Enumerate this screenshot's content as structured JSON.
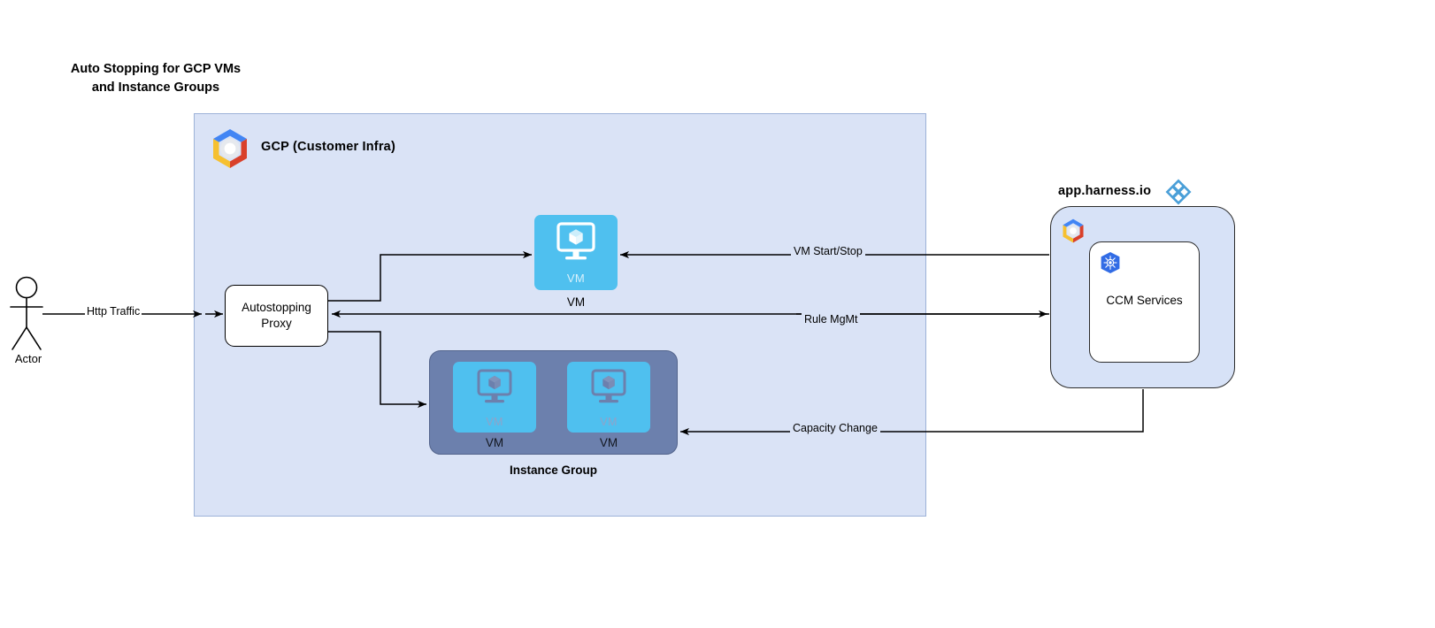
{
  "title": "Auto Stopping for GCP VMs\nand Instance Groups",
  "actor": {
    "label": "Actor",
    "icon": "actor-stick-figure-icon"
  },
  "gcp": {
    "container_title": "GCP (Customer Infra)",
    "logo_icon": "gcp-hexagon-logo-icon",
    "proxy": {
      "label": "Autostopping\nProxy"
    },
    "vm": {
      "inner_label": "VM",
      "caption": "VM",
      "icon": "vm-monitor-cube-icon"
    },
    "instance_group": {
      "caption": "Instance Group",
      "tiles": [
        {
          "inner_label": "VM",
          "caption": "VM",
          "icon": "vm-monitor-cube-icon"
        },
        {
          "inner_label": "VM",
          "caption": "VM",
          "icon": "vm-monitor-cube-icon"
        }
      ]
    }
  },
  "harness": {
    "label": "app.harness.io",
    "logo_icon": "harness-diamond-logo-icon",
    "gcp_logo_icon": "gcp-hexagon-logo-icon",
    "ccm": {
      "label": "CCM Services",
      "icon": "kubernetes-helm-wheel-icon"
    }
  },
  "edges": {
    "http_traffic": "Http Traffic",
    "vm_start_stop": "VM Start/Stop",
    "rule_mgmt": "Rule MgMt",
    "capacity_change": "Capacity Change"
  },
  "colors": {
    "gcp_container_bg": "#dae3f6",
    "gcp_container_border": "#9db2d8",
    "vm_blue": "#4fc0ef",
    "instance_group_bg": "#6c80ad",
    "harness_panel_bg": "#d7e2f7",
    "harness_blue": "#4a9fd8",
    "line": "#000000"
  }
}
